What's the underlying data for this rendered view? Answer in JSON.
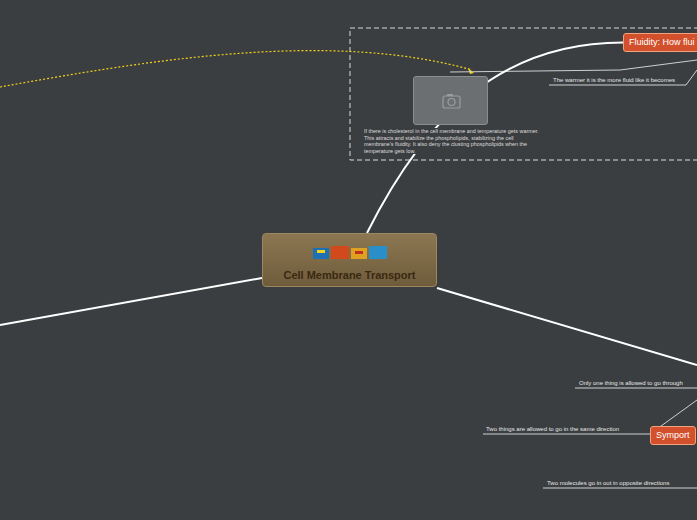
{
  "diagram": {
    "nodes": [
      {
        "text": [
          "Cell Membrane Transport"
        ]
      },
      {
        "text": [
          "Fluidity: How flui"
        ]
      },
      {
        "text": [
          "If there is cholesterol in the cell membrane and temperature gets warmer. This attracts and stabilize the phospholipids, stabilizing the cell membrane's fluidity. It also deny the clusting phospholipids when the temperature gets low."
        ]
      },
      {
        "text": [
          "Symport"
        ]
      }
    ],
    "edges": [
      {
        "from": 0,
        "to": 1,
        "arrow": "none"
      }
    ],
    "labels": [
      "The warmer it is the more fluid like it becomes",
      "Only one thing is allowed to go through",
      "Two things are allowed to go in the same direction",
      "Two molecules go in out in opposite directions"
    ]
  }
}
